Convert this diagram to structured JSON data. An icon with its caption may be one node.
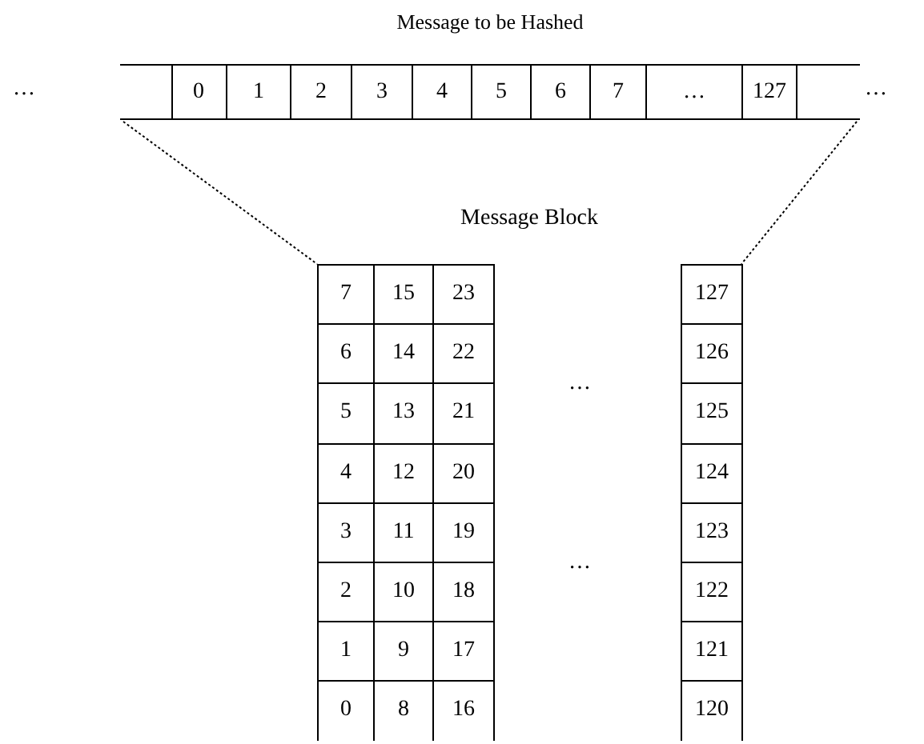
{
  "diagram": {
    "nodes": [
      {
        "text": [
          "Message to be Hashed",
          "0",
          "1",
          "2",
          "3",
          "4",
          "5",
          "6",
          "7",
          "…",
          "127"
        ]
      },
      {
        "text": [
          "Message Block",
          "7",
          "15",
          "23",
          "127",
          "6",
          "14",
          "22",
          "126",
          "5",
          "13",
          "21",
          "125",
          "4",
          "12",
          "20",
          "124",
          "3",
          "11",
          "19",
          "123",
          "2",
          "10",
          "18",
          "122",
          "1",
          "9",
          "17",
          "121",
          "0",
          "8",
          "16",
          "120"
        ]
      }
    ],
    "edges": [
      {
        "from": 0,
        "to": 1,
        "arrow": "none",
        "style": "dashed"
      },
      {
        "from": 0,
        "to": 1,
        "arrow": "none",
        "style": "dashed"
      }
    ],
    "labels": [
      "…",
      "…",
      "…",
      "…"
    ]
  }
}
